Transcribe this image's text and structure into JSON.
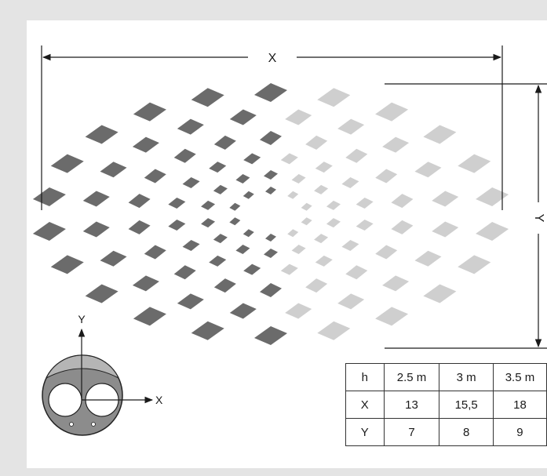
{
  "dimension_x_label": "X",
  "dimension_y_label": "Y",
  "inset_axis_y": "Y",
  "inset_axis_x": "X",
  "colors": {
    "dark": "#6b6b6b",
    "light": "#cfcfcf",
    "line": "#1a1a1a",
    "background": "#e4e4e4"
  },
  "table": {
    "header": [
      "h",
      "2.5 m",
      "3 m",
      "3.5 m"
    ],
    "rows": [
      [
        "X",
        "13",
        "15,5",
        "18"
      ],
      [
        "Y",
        "7",
        "8",
        "9"
      ]
    ]
  }
}
